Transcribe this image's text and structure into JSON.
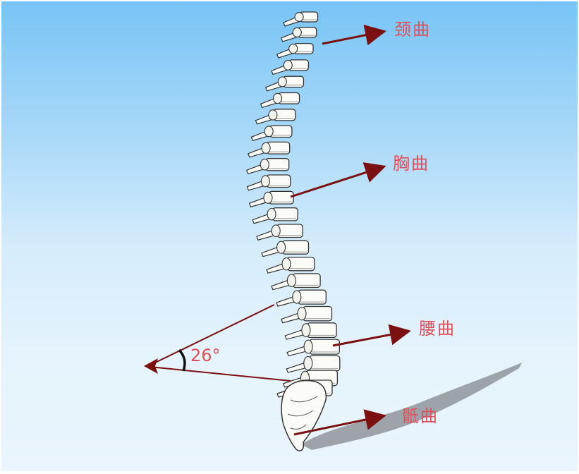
{
  "labels": {
    "cervical": "颈曲",
    "thoracic": "胸曲",
    "lumbar": "腰曲",
    "sacral": "骶曲"
  },
  "angle": {
    "text": "26°",
    "degrees": 26
  },
  "colors": {
    "label": "#e0505a",
    "arrow": "#7a1010",
    "bone_fill": "#fbfbf8",
    "bone_stroke": "#333333",
    "shadow": "#8a8f94"
  }
}
